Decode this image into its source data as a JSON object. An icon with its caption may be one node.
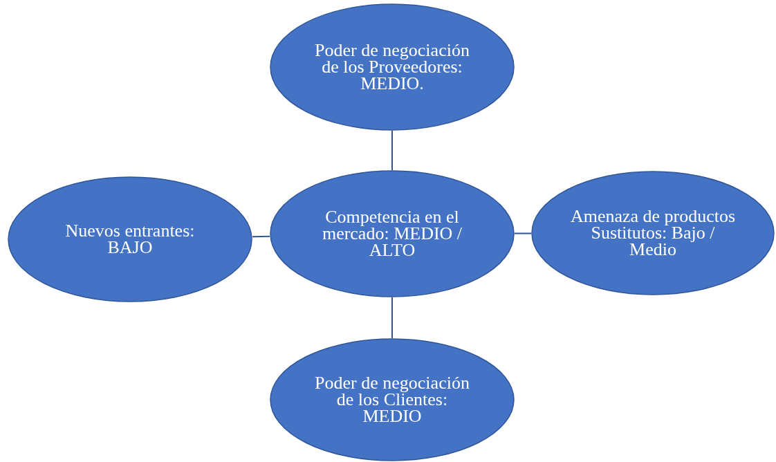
{
  "diagram": {
    "nodes": [
      {
        "text": [
          "Poder de negociación de los Proveedores: MEDIO."
        ]
      },
      {
        "text": [
          "Nuevos entrantes: BAJO"
        ]
      },
      {
        "text": [
          "Competencia en el mercado: MEDIO / ALTO"
        ]
      },
      {
        "text": [
          "Amenaza de productos Sustitutos: Bajo / Medio"
        ]
      },
      {
        "text": [
          "Poder de negociación de los Clientes: MEDIO"
        ]
      }
    ],
    "edges": [
      {
        "from": 2,
        "to": 0,
        "arrow": "none"
      },
      {
        "from": 2,
        "to": 1,
        "arrow": "none"
      },
      {
        "from": 2,
        "to": 3,
        "arrow": "none"
      },
      {
        "from": 2,
        "to": 4,
        "arrow": "none"
      }
    ]
  }
}
